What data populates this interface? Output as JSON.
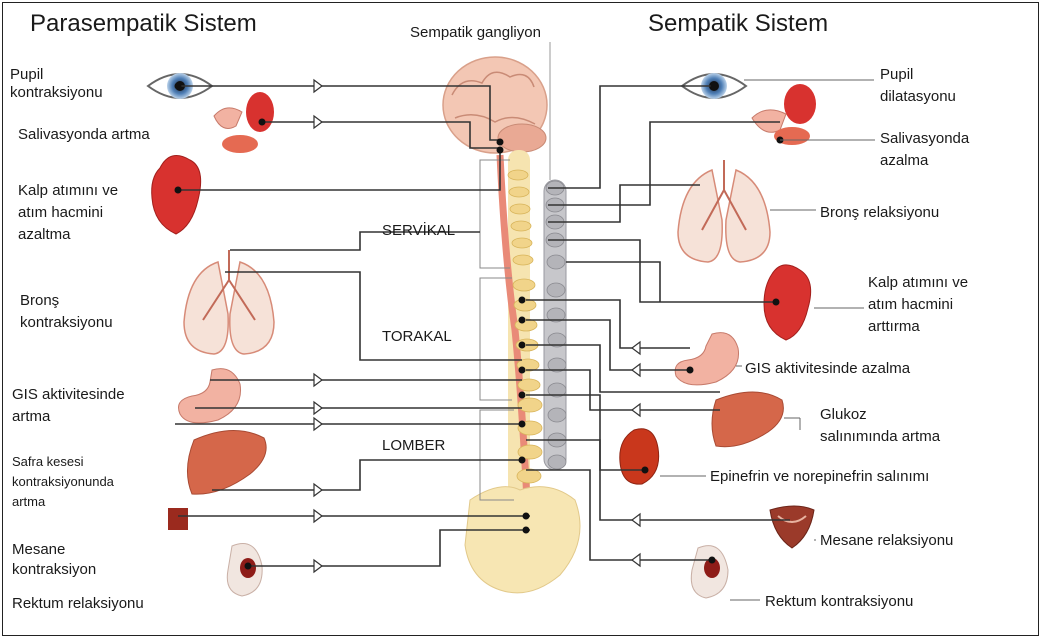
{
  "parasympathetic": {
    "title": "Parasempatik Sistem",
    "labels": {
      "pupil": "Pupil\nkontraksiyonu",
      "saliva": "Salivasyonda artma",
      "heart": "Kalp atımını ve\natım hacmini\nazaltma",
      "bronchi": "Bronş\nkontraksiyonu",
      "gi": "GIS aktivitesinde\nartma",
      "gallbladder": "Safra kesesi\nkontraksiyonunda\nartma",
      "bladder": "Mesane\nkontraksiyon",
      "rectum": "Rektum relaksiyonu"
    }
  },
  "sympathetic": {
    "title": "Sempatik Sistem",
    "labels": {
      "pupil": "Pupil\ndilatasyonu",
      "saliva": "Salivasyonda\nazalma",
      "bronchi": "Bronş relaksiyonu",
      "heart": "Kalp atımını ve\natım hacmini\narttırma",
      "gi": "GIS aktivitesinde azalma",
      "glucose": "Glukoz\nsalınımında artma",
      "adrenal": "Epinefrin ve norepinefrin salınımı",
      "bladder": "Mesane relaksiyonu",
      "rectum": "Rektum kontraksiyonu"
    }
  },
  "center": {
    "ganglion_label": "Sempatik gangliyon",
    "regions": {
      "cervical": "SERVİKAL",
      "thoracic": "TORAKAL",
      "lumbar": "LOMBER"
    }
  },
  "colors": {
    "organ_red": "#d8322f",
    "organ_pink": "#f2b2a2",
    "lung_fill": "#f6e2d8",
    "liver": "#d5674a",
    "spine_bone": "#f4dfa0",
    "spinal_cord": "#e98a78",
    "ganglion_chain": "#b8b8bc",
    "nerve_line": "#333333"
  },
  "icons": [
    "eye-icon",
    "salivary-gland-icon",
    "heart-icon",
    "lungs-icon",
    "stomach-icon",
    "liver-icon",
    "kidney-adrenal-icon",
    "bladder-icon",
    "rectum-icon",
    "brain-icon",
    "spine-icon",
    "ganglion-icon"
  ]
}
